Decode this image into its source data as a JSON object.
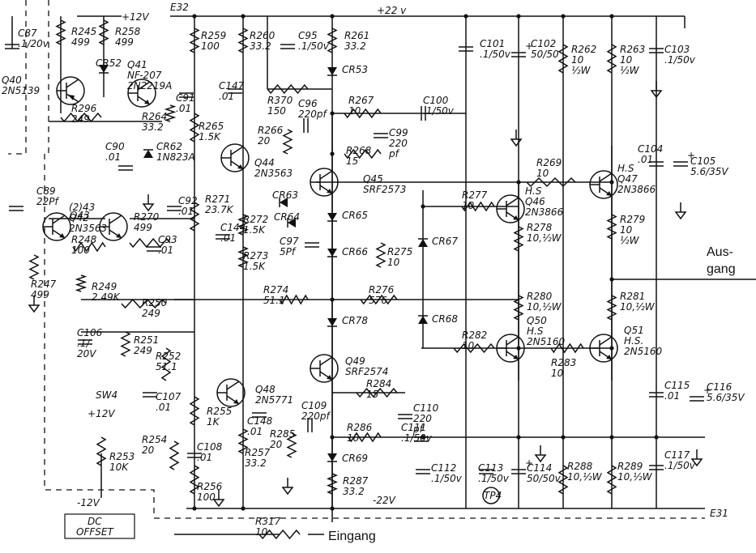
{
  "rails": {
    "plus12": "+12V",
    "plus22": "+22 v",
    "minus22": "-22V",
    "minus12": "-12V",
    "e32": "E32",
    "e31": "E31"
  },
  "io": {
    "ausgang_1": "Aus-",
    "ausgang_2": "gang",
    "eingang": "Eingang",
    "dc_offset_1": "DC",
    "dc_offset_2": "OFFSET",
    "tp4": "TP4"
  },
  "components": [
    {
      "id": "c87",
      "ref": "C87",
      "val": ".1/20v"
    },
    {
      "id": "r245",
      "ref": "R245",
      "val": "499"
    },
    {
      "id": "r258",
      "ref": "R258",
      "val": "499"
    },
    {
      "id": "cr52",
      "ref": "CR52",
      "val": ""
    },
    {
      "id": "q40",
      "ref": "Q40",
      "val": "2N5139"
    },
    {
      "id": "q41",
      "ref": "Q41",
      "val": "NF-207 2N2219A"
    },
    {
      "id": "r296",
      "ref": "R296",
      "val": "249"
    },
    {
      "id": "r264",
      "ref": "R264",
      "val": "33.2"
    },
    {
      "id": "c91",
      "ref": "C91",
      "val": ".01"
    },
    {
      "id": "c90",
      "ref": "C90",
      "val": ".01"
    },
    {
      "id": "cr62",
      "ref": "CR62",
      "val": "1N823A"
    },
    {
      "id": "c89",
      "ref": "C89",
      "val": "22Pf"
    },
    {
      "id": "q42",
      "ref": "(2)43 Q42",
      "val": "2N3563"
    },
    {
      "id": "q43",
      "ref": "Q43",
      "val": ""
    },
    {
      "id": "r248",
      "ref": "R248",
      "val": "100"
    },
    {
      "id": "r270",
      "ref": "R270",
      "val": "499"
    },
    {
      "id": "c93",
      "ref": "C93",
      "val": ".01"
    },
    {
      "id": "r247",
      "ref": "R247",
      "val": "499"
    },
    {
      "id": "r249",
      "ref": "R249",
      "val": "2.49K"
    },
    {
      "id": "r250",
      "ref": "R250",
      "val": "249"
    },
    {
      "id": "c106",
      "ref": "C106",
      "val": ".1/ 20V"
    },
    {
      "id": "r251",
      "ref": "R251",
      "val": "249"
    },
    {
      "id": "r252",
      "ref": "R252",
      "val": "51.1"
    },
    {
      "id": "c107",
      "ref": "C107",
      "val": ".01"
    },
    {
      "id": "sw4",
      "ref": "SW4",
      "val": "+12V"
    },
    {
      "id": "r253",
      "ref": "R253",
      "val": "10K"
    },
    {
      "id": "r254",
      "ref": "R254",
      "val": "20"
    },
    {
      "id": "r259",
      "ref": "R259",
      "val": "100"
    },
    {
      "id": "r260",
      "ref": "R260",
      "val": "33.2"
    },
    {
      "id": "c95",
      "ref": "C95",
      "val": ".1/50v"
    },
    {
      "id": "r261",
      "ref": "R261",
      "val": "33.2"
    },
    {
      "id": "cr53",
      "ref": "CR53",
      "val": ""
    },
    {
      "id": "c147",
      "ref": "C147",
      "val": ".01"
    },
    {
      "id": "r370",
      "ref": "R370",
      "val": "150"
    },
    {
      "id": "r265",
      "ref": "R265",
      "val": "1.5K"
    },
    {
      "id": "c96",
      "ref": "C96",
      "val": "220pf"
    },
    {
      "id": "r266",
      "ref": "R266",
      "val": "20"
    },
    {
      "id": "r267",
      "ref": "R267",
      "val": "10"
    },
    {
      "id": "c100",
      "ref": "C100",
      "val": ".1/50v"
    },
    {
      "id": "c99",
      "ref": "C99",
      "val": "220 pf"
    },
    {
      "id": "r268",
      "ref": "R268",
      "val": "15"
    },
    {
      "id": "q44",
      "ref": "Q44",
      "val": "2N3563"
    },
    {
      "id": "q45",
      "ref": "Q45",
      "val": "SRF2573"
    },
    {
      "id": "c92",
      "ref": "C92",
      "val": ".01"
    },
    {
      "id": "r271",
      "ref": "R271",
      "val": "23.7K"
    },
    {
      "id": "c144",
      "ref": "C144",
      "val": ".01"
    },
    {
      "id": "r272",
      "ref": "R272",
      "val": "1.5K"
    },
    {
      "id": "r273",
      "ref": "R273",
      "val": "1.5K"
    },
    {
      "id": "cr63",
      "ref": "CR63",
      "val": ""
    },
    {
      "id": "cr64",
      "ref": "CR64",
      "val": ""
    },
    {
      "id": "c97",
      "ref": "C97",
      "val": "5Pf"
    },
    {
      "id": "cr65",
      "ref": "CR65",
      "val": ""
    },
    {
      "id": "cr66",
      "ref": "CR66",
      "val": ""
    },
    {
      "id": "r275",
      "ref": "R275",
      "val": "10"
    },
    {
      "id": "r274",
      "ref": "R274",
      "val": "51.1"
    },
    {
      "id": "r276",
      "ref": "R276",
      "val": "576"
    },
    {
      "id": "cr78",
      "ref": "CR78",
      "val": ""
    },
    {
      "id": "q49",
      "ref": "Q49",
      "val": "SRF2574"
    },
    {
      "id": "r284",
      "ref": "R284",
      "val": "15"
    },
    {
      "id": "c110",
      "ref": "C110",
      "val": "220 pf"
    },
    {
      "id": "c111",
      "ref": "C111",
      "val": ".1/50v"
    },
    {
      "id": "q48",
      "ref": "Q48",
      "val": "2N5771"
    },
    {
      "id": "c109",
      "ref": "C109",
      "val": "220pf"
    },
    {
      "id": "r285",
      "ref": "R285",
      "val": "20"
    },
    {
      "id": "r286",
      "ref": "R286",
      "val": "10"
    },
    {
      "id": "c148",
      "ref": "C148",
      "val": ".01"
    },
    {
      "id": "r255",
      "ref": "R255",
      "val": "1K"
    },
    {
      "id": "r257",
      "ref": "R257",
      "val": "33.2"
    },
    {
      "id": "c108",
      "ref": "C108",
      "val": ".01"
    },
    {
      "id": "r256",
      "ref": "R256",
      "val": "100"
    },
    {
      "id": "cr69",
      "ref": "CR69",
      "val": ""
    },
    {
      "id": "r287",
      "ref": "R287",
      "val": "33.2"
    },
    {
      "id": "c101",
      "ref": "C101",
      "val": ".1/50v"
    },
    {
      "id": "c102",
      "ref": "C102",
      "val": "50/50"
    },
    {
      "id": "r262",
      "ref": "R262",
      "val": "10 ½W"
    },
    {
      "id": "r263",
      "ref": "R263",
      "val": "10 ½W"
    },
    {
      "id": "c103",
      "ref": "C103",
      "val": ".1/50v"
    },
    {
      "id": "c104",
      "ref": "C104",
      "val": ".01"
    },
    {
      "id": "c105",
      "ref": "C105",
      "val": "5.6/35V"
    },
    {
      "id": "r269",
      "ref": "R269",
      "val": "10"
    },
    {
      "id": "q47",
      "ref": "H.S Q47",
      "val": "2N3866"
    },
    {
      "id": "r277",
      "ref": "R277",
      "val": "10"
    },
    {
      "id": "q46",
      "ref": "H.S Q46",
      "val": "2N3866"
    },
    {
      "id": "r278",
      "ref": "R278",
      "val": "10,½W"
    },
    {
      "id": "r279",
      "ref": "R279",
      "val": "10 ½W"
    },
    {
      "id": "cr67",
      "ref": "CR67",
      "val": ""
    },
    {
      "id": "cr68",
      "ref": "CR68",
      "val": ""
    },
    {
      "id": "r280",
      "ref": "R280",
      "val": "10,½W"
    },
    {
      "id": "r281",
      "ref": "R281",
      "val": "10,½W"
    },
    {
      "id": "q50",
      "ref": "Q50 H.S",
      "val": "2N5160"
    },
    {
      "id": "r282",
      "ref": "R282",
      "val": "10"
    },
    {
      "id": "r283",
      "ref": "R283",
      "val": "10"
    },
    {
      "id": "q51",
      "ref": "Q51 H.S.",
      "val": "2N5160"
    },
    {
      "id": "c115",
      "ref": "C115",
      "val": ".01"
    },
    {
      "id": "c116",
      "ref": "C116",
      "val": "5.6/35V"
    },
    {
      "id": "c117",
      "ref": "C117",
      "val": ".1/50v"
    },
    {
      "id": "c112",
      "ref": "C112",
      "val": ".1/50v"
    },
    {
      "id": "c113",
      "ref": "C113",
      "val": ".1/50v"
    },
    {
      "id": "c114",
      "ref": "C114",
      "val": "50/50v"
    },
    {
      "id": "r288",
      "ref": "R288",
      "val": "10,½W"
    },
    {
      "id": "r289",
      "ref": "R289",
      "val": "10,½W"
    },
    {
      "id": "r317",
      "ref": "R317",
      "val": "10"
    }
  ]
}
